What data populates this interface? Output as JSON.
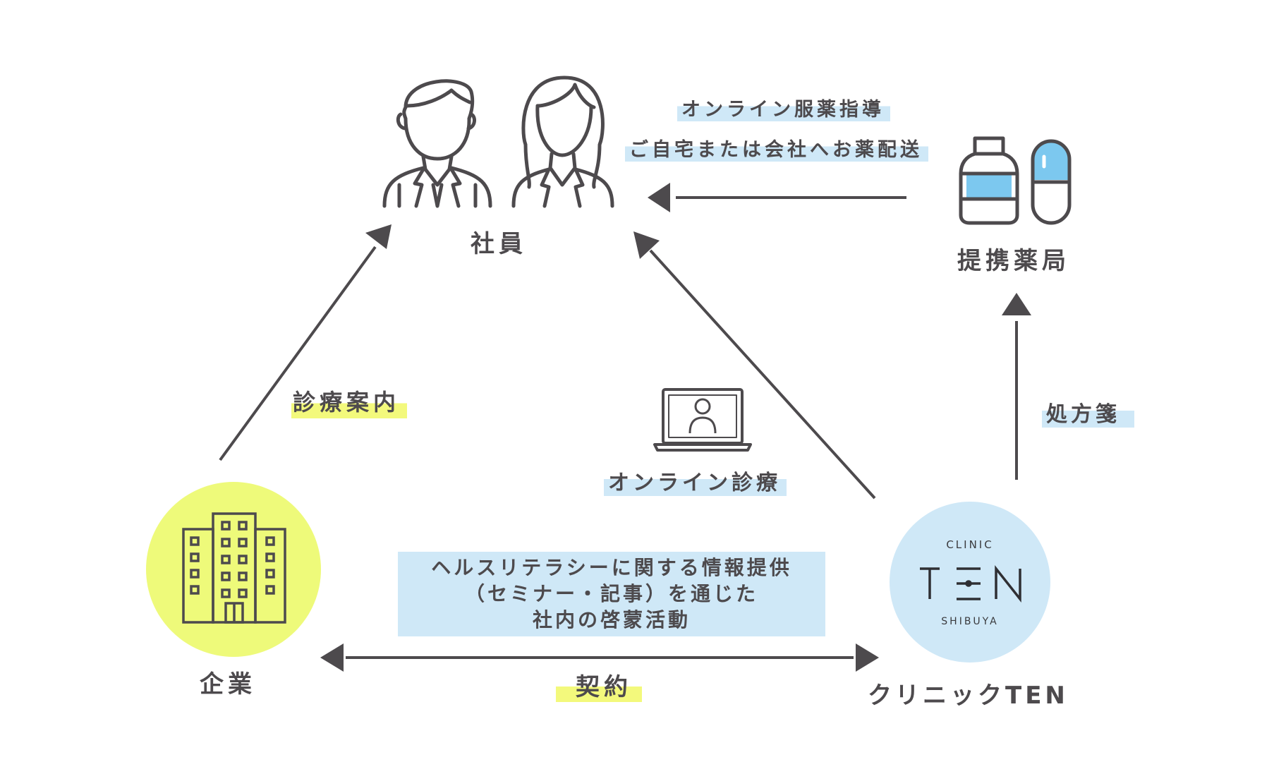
{
  "nodes": {
    "employees": {
      "label": "社員"
    },
    "pharmacy": {
      "label": "提携薬局"
    },
    "company": {
      "label": "企業"
    },
    "clinic": {
      "label": "クリニックTEN",
      "logo_top": "CLINIC",
      "logo_main": "TEN",
      "logo_bottom": "SHIBUYA"
    }
  },
  "edges": {
    "pharmacy_to_employees": {
      "line1": "オンライン服薬指導",
      "line2": "ご自宅または会社へお薬配送"
    },
    "company_to_employees": {
      "label": "診療案内"
    },
    "clinic_to_employees": {
      "label": "オンライン診療"
    },
    "clinic_to_pharmacy": {
      "label": "処方箋"
    },
    "company_clinic": {
      "label": "契約",
      "box_line1": "ヘルスリテラシーに関する情報提供",
      "box_line2": "（セミナー・記事）を通じた",
      "box_line3": "社内の啓蒙活動"
    }
  },
  "colors": {
    "stroke": "#4d4a4d",
    "highlight_yellow": "#f3f97c",
    "highlight_blue": "#cfe8f7",
    "company_circle": "#eefa7a",
    "clinic_circle": "#cfe8f7",
    "medicine_blue": "#7cc8ef"
  },
  "icons": [
    "businessman-icon",
    "businesswoman-icon",
    "medicine-bottle-icon",
    "capsule-icon",
    "laptop-video-call-icon",
    "office-building-icon"
  ]
}
